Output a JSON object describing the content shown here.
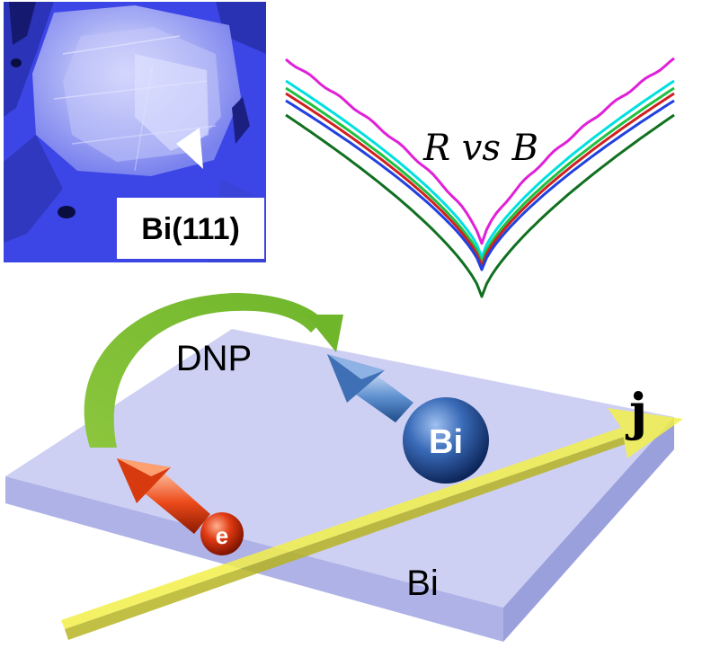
{
  "figure": {
    "stm_label": "Bi(111)",
    "curve_label": "R vs B",
    "transfer_label": "DNP",
    "electron_label": "e",
    "nucleus_label": "Bi",
    "current_label": "j",
    "slab_label": "Bi"
  },
  "colors": {
    "stm_blue": "#3c46e6",
    "slab_top": "#cdd0f3",
    "slab_front": "#aeb2e6",
    "dnp_arrow": "#8ec63f",
    "electron_red": "#e03a12",
    "nucleus_blue": "#2f5fa8",
    "current_yellow": "#f3f04a"
  },
  "curves": [
    {
      "color": "#e020d8"
    },
    {
      "color": "#00e0e0"
    },
    {
      "color": "#20c040"
    },
    {
      "color": "#d02020"
    },
    {
      "color": "#2040e0"
    },
    {
      "color": "#107020"
    }
  ]
}
